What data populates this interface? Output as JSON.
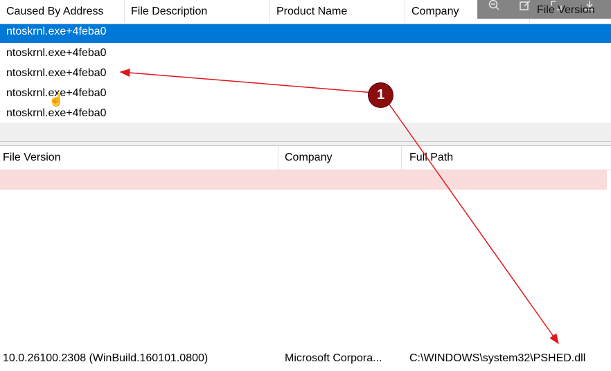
{
  "top_table": {
    "columns": [
      "Caused By Address",
      "File Description",
      "Product Name",
      "Company",
      "File Version"
    ],
    "rows": [
      "ntoskrnl.exe+4feba0",
      "ntoskrnl.exe+4feba0",
      "ntoskrnl.exe+4feba0",
      "ntoskrnl.exe+4feba0",
      "ntoskrnl.exe+4feba0"
    ],
    "selected_index": 0
  },
  "bottom_table": {
    "columns": [
      "File Version",
      "Company",
      "Full Path"
    ],
    "row": {
      "file_version": "10.0.26100.2308 (WinBuild.160101.0800)",
      "company": "Microsoft Corpora...",
      "full_path": "C:\\WINDOWS\\system32\\PSHED.dll"
    }
  },
  "overlay_toolbar": {
    "icons": [
      "zoom-out-icon",
      "edit-icon",
      "expand-icon",
      "download-icon"
    ]
  },
  "annotation": {
    "badge": "1",
    "color": "#e0161b",
    "badge_color": "#8b0d0d"
  },
  "colors": {
    "selection": "#0078d7",
    "highlight_row": "#fbdcdc"
  }
}
